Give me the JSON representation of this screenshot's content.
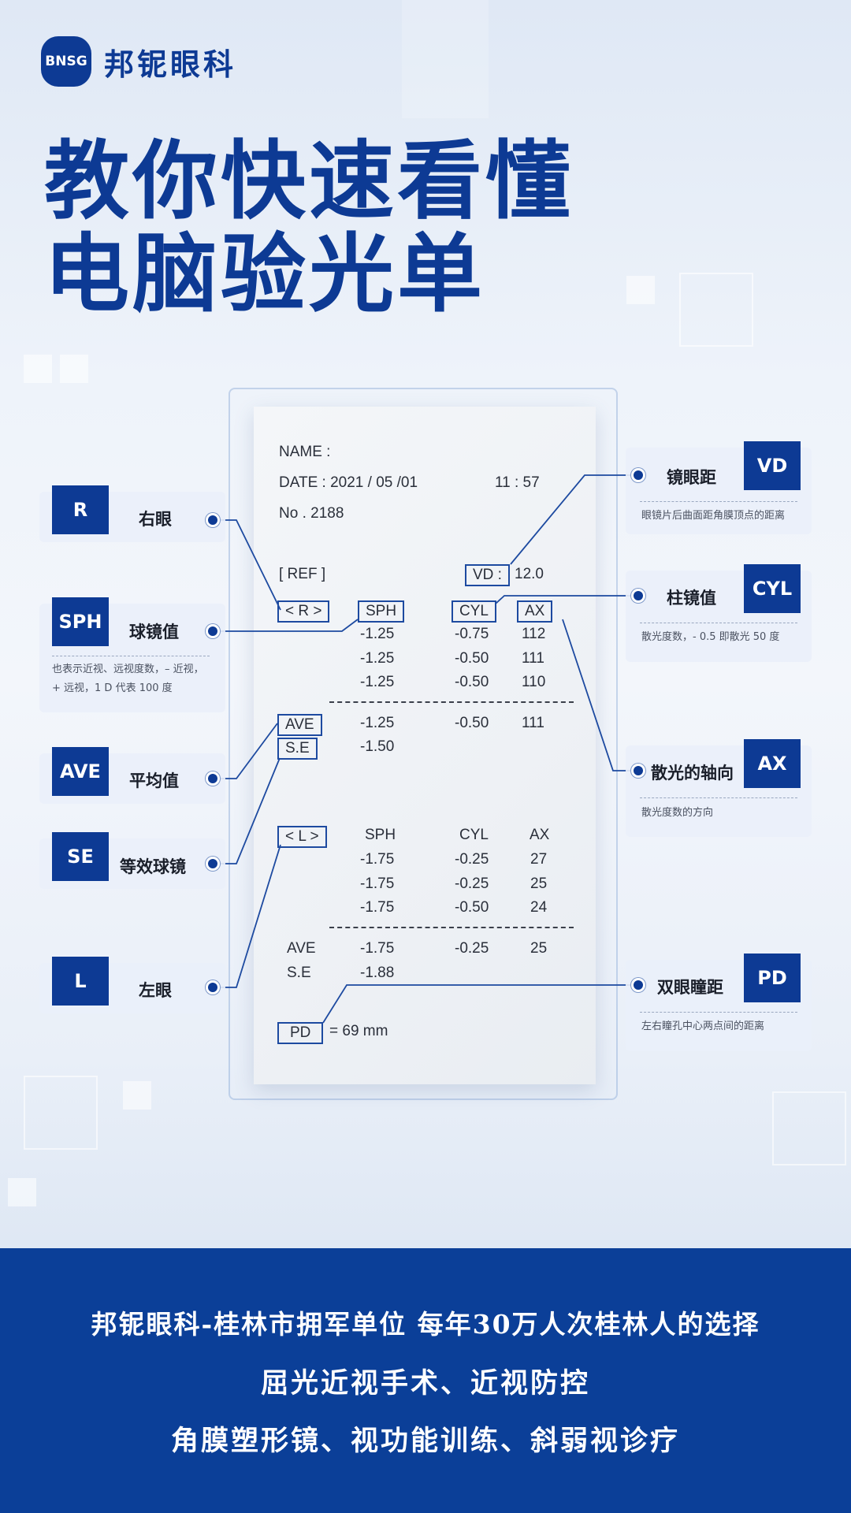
{
  "brand": {
    "logo_mark": "BNSG",
    "name": "邦铌眼科"
  },
  "headline": {
    "line1": "教你快速看懂",
    "line2": "电脑验光单"
  },
  "receipt": {
    "name_label": "NAME :",
    "date_line": "DATE : 2021 / 05 /01",
    "time": "11 : 57",
    "no_line": "No . 2188",
    "ref": "[ REF ]",
    "vd_label": "VD :",
    "vd_value": "12.0",
    "right_tag": "< R >",
    "col_sph": "SPH",
    "col_cyl": "CYL",
    "col_ax": "AX",
    "right_rows": [
      {
        "sph": "-1.25",
        "cyl": "-0.75",
        "ax": "112"
      },
      {
        "sph": "-1.25",
        "cyl": "-0.50",
        "ax": "111"
      },
      {
        "sph": "-1.25",
        "cyl": "-0.50",
        "ax": "110"
      }
    ],
    "right_ave": {
      "label": "AVE",
      "sph": "-1.25",
      "cyl": "-0.50",
      "ax": "111"
    },
    "right_se": {
      "label": "S.E",
      "sph": "-1.50"
    },
    "left_tag": "< L >",
    "left_rows": [
      {
        "sph": "-1.75",
        "cyl": "-0.25",
        "ax": "27"
      },
      {
        "sph": "-1.75",
        "cyl": "-0.25",
        "ax": "25"
      },
      {
        "sph": "-1.75",
        "cyl": "-0.50",
        "ax": "24"
      }
    ],
    "left_ave": {
      "label": "AVE",
      "sph": "-1.75",
      "cyl": "-0.25",
      "ax": "25"
    },
    "left_se": {
      "label": "S.E",
      "sph": "-1.88"
    },
    "pd_label": "PD",
    "pd_value": "=  69 mm"
  },
  "callouts_left": {
    "r": {
      "badge": "R",
      "label": "右眼"
    },
    "sph": {
      "badge": "SPH",
      "label": "球镜值",
      "desc1": "也表示近视、远视度数，– 近视，",
      "desc2": "+ 远视，1 D 代表 100 度"
    },
    "ave": {
      "badge": "AVE",
      "label": "平均值"
    },
    "se": {
      "badge": "SE",
      "label": "等效球镜"
    },
    "l": {
      "badge": "L",
      "label": "左眼"
    }
  },
  "callouts_right": {
    "vd": {
      "badge": "VD",
      "label": "镜眼距",
      "desc": "眼镜片后曲面距角膜顶点的距离"
    },
    "cyl": {
      "badge": "CYL",
      "label": "柱镜值",
      "desc": "散光度数，- 0.5 即散光 50 度"
    },
    "ax": {
      "badge": "AX",
      "label": "散光的轴向",
      "desc": "散光度数的方向"
    },
    "pd": {
      "badge": "PD",
      "label": "双眼瞳距",
      "desc": "左右瞳孔中心两点间的距离"
    }
  },
  "footer": {
    "line1": "邦铌眼科-桂林市拥军单位  每年30万人次桂林人的选择",
    "line2": "屈光近视手术、近视防控",
    "line3": "角膜塑形镜、视功能训练、斜弱视诊疗"
  },
  "colors": {
    "brand_blue": "#0d3a94",
    "footer_blue": "#0b3f98"
  }
}
